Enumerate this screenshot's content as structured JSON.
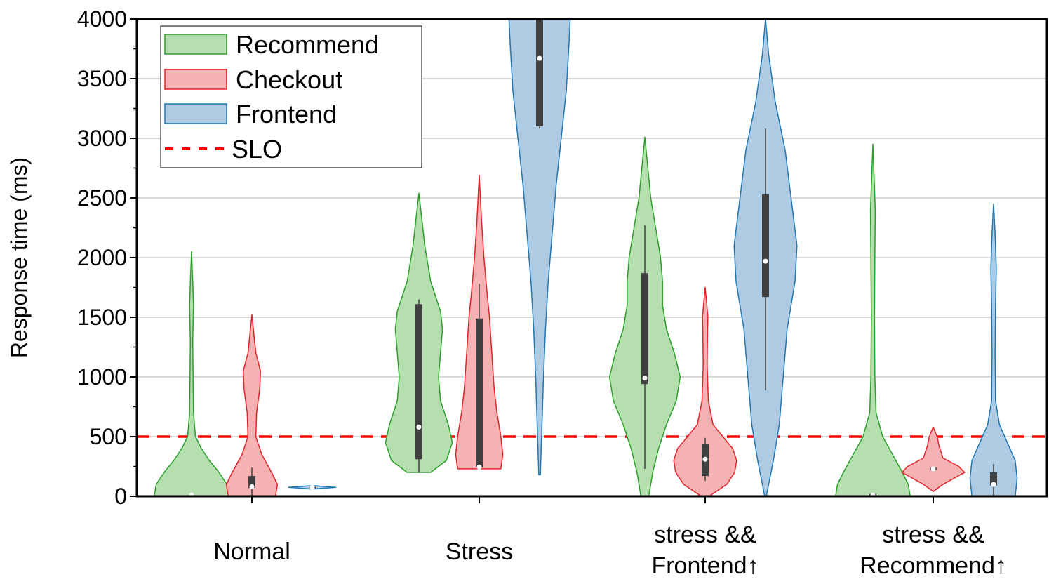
{
  "chart_data": {
    "type": "violin",
    "ylabel": "Response time (ms)",
    "ylim": [
      0,
      4000
    ],
    "yticks": [
      0,
      500,
      1000,
      1500,
      2000,
      2500,
      3000,
      3500,
      4000
    ],
    "grid": "horizontal",
    "legend_position": "top-left",
    "categories": [
      {
        "lines": [
          "Normal"
        ]
      },
      {
        "lines": [
          "Stress"
        ]
      },
      {
        "lines": [
          "stress &&",
          "Frontend↑"
        ]
      },
      {
        "lines": [
          "stress &&",
          "Recommend↑"
        ]
      }
    ],
    "slo": {
      "name": "SLO",
      "value": 500,
      "color": "#ff0000"
    },
    "series": [
      {
        "name": "Recommend",
        "stroke": "#2ca02c",
        "fill": "#b5dfae",
        "violins": [
          {
            "min": 0,
            "max": 2050,
            "q1": 0,
            "q3": 10,
            "median": 10,
            "whisker_low": 0,
            "whisker_high": 10,
            "density": [
              [
                0,
                0.95
              ],
              [
                100,
                0.9
              ],
              [
                200,
                0.7
              ],
              [
                300,
                0.45
              ],
              [
                400,
                0.25
              ],
              [
                500,
                0.1
              ],
              [
                700,
                0.05
              ],
              [
                1000,
                0.04
              ],
              [
                1300,
                0.03
              ],
              [
                1600,
                0.05
              ],
              [
                1800,
                0.03
              ],
              [
                2050,
                0
              ]
            ]
          },
          {
            "min": 200,
            "max": 2540,
            "q1": 310,
            "q3": 1610,
            "median": 580,
            "whisker_low": 200,
            "whisker_high": 1650,
            "density": [
              [
                200,
                0.3
              ],
              [
                300,
                0.7
              ],
              [
                450,
                0.85
              ],
              [
                600,
                0.75
              ],
              [
                800,
                0.55
              ],
              [
                1000,
                0.5
              ],
              [
                1200,
                0.55
              ],
              [
                1400,
                0.6
              ],
              [
                1550,
                0.55
              ],
              [
                1800,
                0.3
              ],
              [
                2100,
                0.15
              ],
              [
                2540,
                0
              ]
            ]
          },
          {
            "min": 0,
            "max": 3010,
            "q1": 940,
            "q3": 1870,
            "median": 990,
            "whisker_low": 230,
            "whisker_high": 2270,
            "density": [
              [
                0,
                0.1
              ],
              [
                200,
                0.2
              ],
              [
                400,
                0.35
              ],
              [
                600,
                0.55
              ],
              [
                800,
                0.8
              ],
              [
                1000,
                0.9
              ],
              [
                1200,
                0.75
              ],
              [
                1400,
                0.55
              ],
              [
                1600,
                0.45
              ],
              [
                1800,
                0.45
              ],
              [
                2000,
                0.4
              ],
              [
                2200,
                0.3
              ],
              [
                2500,
                0.15
              ],
              [
                3010,
                0
              ]
            ]
          },
          {
            "min": 0,
            "max": 2950,
            "q1": 0,
            "q3": 20,
            "median": 10,
            "whisker_low": 0,
            "whisker_high": 20,
            "density": [
              [
                0,
                0.95
              ],
              [
                100,
                0.9
              ],
              [
                200,
                0.75
              ],
              [
                350,
                0.5
              ],
              [
                500,
                0.25
              ],
              [
                700,
                0.08
              ],
              [
                1000,
                0.05
              ],
              [
                1500,
                0.04
              ],
              [
                2000,
                0.05
              ],
              [
                2400,
                0.06
              ],
              [
                2950,
                0
              ]
            ]
          }
        ]
      },
      {
        "name": "Checkout",
        "stroke": "#e3232a",
        "fill": "#f6b2b2",
        "violins": [
          {
            "min": 0,
            "max": 1520,
            "q1": 70,
            "q3": 170,
            "median": 80,
            "whisker_low": 0,
            "whisker_high": 240,
            "density": [
              [
                0,
                0.6
              ],
              [
                100,
                0.65
              ],
              [
                200,
                0.5
              ],
              [
                350,
                0.25
              ],
              [
                500,
                0.1
              ],
              [
                700,
                0.12
              ],
              [
                900,
                0.2
              ],
              [
                1050,
                0.22
              ],
              [
                1200,
                0.1
              ],
              [
                1520,
                0
              ]
            ]
          },
          {
            "min": 230,
            "max": 2690,
            "q1": 240,
            "q3": 1490,
            "median": 245,
            "whisker_low": 230,
            "whisker_high": 1780,
            "density": [
              [
                230,
                0.55
              ],
              [
                350,
                0.6
              ],
              [
                500,
                0.55
              ],
              [
                700,
                0.45
              ],
              [
                900,
                0.38
              ],
              [
                1100,
                0.34
              ],
              [
                1300,
                0.3
              ],
              [
                1500,
                0.26
              ],
              [
                1700,
                0.2
              ],
              [
                2000,
                0.12
              ],
              [
                2300,
                0.06
              ],
              [
                2690,
                0
              ]
            ]
          },
          {
            "min": 0,
            "max": 1750,
            "q1": 170,
            "q3": 440,
            "median": 310,
            "whisker_low": 130,
            "whisker_high": 490,
            "density": [
              [
                0,
                0.1
              ],
              [
                100,
                0.55
              ],
              [
                200,
                0.75
              ],
              [
                300,
                0.8
              ],
              [
                400,
                0.7
              ],
              [
                500,
                0.45
              ],
              [
                600,
                0.2
              ],
              [
                800,
                0.08
              ],
              [
                1100,
                0.05
              ],
              [
                1400,
                0.06
              ],
              [
                1500,
                0.07
              ],
              [
                1750,
                0
              ]
            ]
          },
          {
            "min": 40,
            "max": 580,
            "q1": 220,
            "q3": 240,
            "median": 230,
            "whisker_low": 210,
            "whisker_high": 250,
            "density": [
              [
                40,
                0
              ],
              [
                100,
                0.25
              ],
              [
                200,
                0.8
              ],
              [
                250,
                0.65
              ],
              [
                320,
                0.25
              ],
              [
                420,
                0.15
              ],
              [
                500,
                0.1
              ],
              [
                580,
                0
              ]
            ]
          }
        ]
      },
      {
        "name": "Frontend",
        "stroke": "#1f77b4",
        "fill": "#aecbe3",
        "violins": [
          {
            "min": 60,
            "max": 90,
            "q1": 70,
            "q3": 80,
            "median": 75,
            "whisker_low": 60,
            "whisker_high": 90,
            "density": [
              [
                60,
                0
              ],
              [
                75,
                0.6
              ],
              [
                90,
                0
              ]
            ]
          },
          {
            "min": 180,
            "max": 4000,
            "q1": 3100,
            "q3": 4000,
            "median": 3670,
            "whisker_low": 3080,
            "whisker_high": 4000,
            "density": [
              [
                180,
                0.02
              ],
              [
                600,
                0.06
              ],
              [
                1000,
                0.1
              ],
              [
                1400,
                0.15
              ],
              [
                1800,
                0.22
              ],
              [
                2200,
                0.32
              ],
              [
                2600,
                0.42
              ],
              [
                3000,
                0.55
              ],
              [
                3400,
                0.68
              ],
              [
                3800,
                0.75
              ],
              [
                4000,
                0.78
              ]
            ]
          },
          {
            "min": 0,
            "max": 4000,
            "q1": 1670,
            "q3": 2530,
            "median": 1970,
            "whisker_low": 890,
            "whisker_high": 3080,
            "density": [
              [
                0,
                0.02
              ],
              [
                300,
                0.2
              ],
              [
                600,
                0.35
              ],
              [
                1000,
                0.45
              ],
              [
                1400,
                0.55
              ],
              [
                1800,
                0.75
              ],
              [
                2100,
                0.8
              ],
              [
                2500,
                0.65
              ],
              [
                2900,
                0.5
              ],
              [
                3300,
                0.25
              ],
              [
                3700,
                0.08
              ],
              [
                4000,
                0
              ]
            ]
          },
          {
            "min": 0,
            "max": 2450,
            "q1": 90,
            "q3": 200,
            "median": 100,
            "whisker_low": 0,
            "whisker_high": 270,
            "density": [
              [
                0,
                0.55
              ],
              [
                150,
                0.6
              ],
              [
                300,
                0.55
              ],
              [
                450,
                0.35
              ],
              [
                600,
                0.15
              ],
              [
                800,
                0.05
              ],
              [
                1200,
                0.04
              ],
              [
                1600,
                0.05
              ],
              [
                1900,
                0.07
              ],
              [
                2200,
                0.04
              ],
              [
                2450,
                0
              ]
            ]
          }
        ]
      }
    ]
  }
}
